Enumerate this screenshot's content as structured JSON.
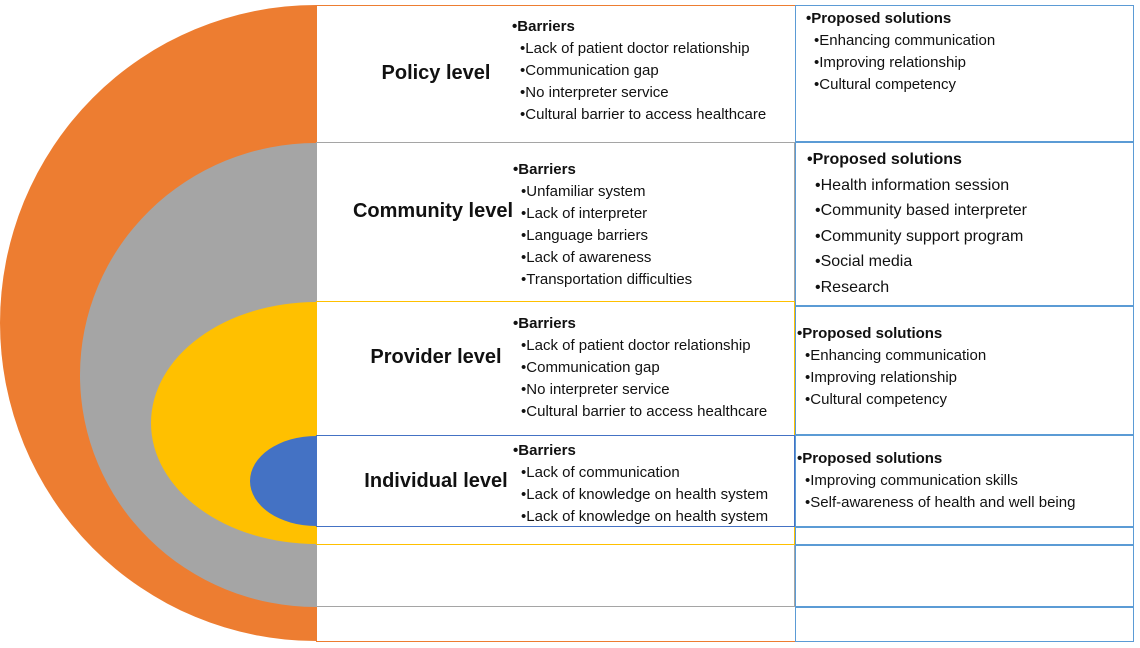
{
  "colors": {
    "policy": "#ED7D31",
    "community": "#A5A5A5",
    "provider": "#FFC000",
    "individual": "#4472C4",
    "solution_border": "#5B9BD5"
  },
  "levels": [
    {
      "name": "Policy level",
      "barriers_heading": "Barriers",
      "barriers": [
        "Lack of patient doctor relationship",
        "Communication gap",
        "No interpreter service",
        "Cultural barrier to access healthcare"
      ],
      "solutions_heading": "Proposed solutions",
      "solutions": [
        "Enhancing communication",
        "Improving relationship",
        "Cultural competency"
      ]
    },
    {
      "name": "Community level",
      "barriers_heading": "Barriers",
      "barriers": [
        "Unfamiliar system",
        "Lack of interpreter",
        "Language barriers",
        "Lack of awareness",
        "Transportation difficulties"
      ],
      "solutions_heading": "Proposed solutions",
      "solutions": [
        "Health information session",
        "Community based interpreter",
        "Community support program",
        "Social media",
        "Research"
      ]
    },
    {
      "name": "Provider level",
      "barriers_heading": "Barriers",
      "barriers": [
        "Lack of patient doctor relationship",
        "Communication gap",
        "No interpreter service",
        "Cultural barrier to access healthcare"
      ],
      "solutions_heading": "Proposed solutions",
      "solutions": [
        "Enhancing communication",
        "Improving relationship",
        "Cultural competency"
      ]
    },
    {
      "name": "Individual level",
      "barriers_heading": "Barriers",
      "barriers": [
        "Lack of communication",
        "Lack of knowledge on health system",
        "Lack of knowledge on health system"
      ],
      "solutions_heading": "Proposed solutions",
      "solutions": [
        "Improving communication skills",
        "Self-awareness of health and well being"
      ]
    }
  ]
}
